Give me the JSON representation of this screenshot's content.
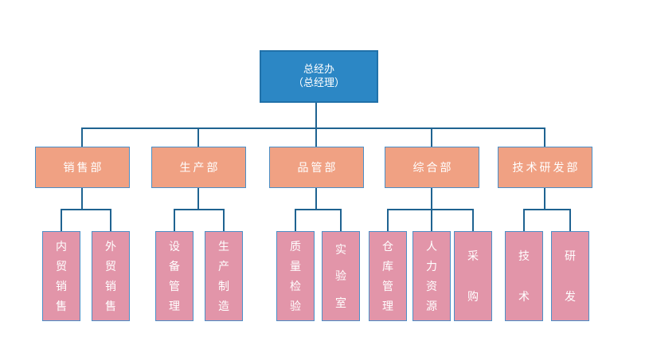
{
  "diagram": {
    "type": "org-chart",
    "root": {
      "line1": "总经办",
      "line2": "（总经理）"
    },
    "departments": [
      {
        "label": "销售部",
        "children": [
          {
            "label": "内贸销售"
          },
          {
            "label": "外贸销售"
          }
        ]
      },
      {
        "label": "生产部",
        "children": [
          {
            "label": "设备管理"
          },
          {
            "label": "生产制造"
          }
        ]
      },
      {
        "label": "品管部",
        "children": [
          {
            "label": "质量检验"
          },
          {
            "label": "实验室"
          }
        ]
      },
      {
        "label": "综合部",
        "children": [
          {
            "label": "仓库管理"
          },
          {
            "label": "人力资源"
          },
          {
            "label": "采购"
          }
        ]
      },
      {
        "label": "技术研发部",
        "children": [
          {
            "label": "技术"
          },
          {
            "label": "研发"
          }
        ]
      }
    ],
    "colors": {
      "background": "#FFFFFF",
      "text_color": "#FFFFFF",
      "root_fill": "#2C87C5",
      "root_border": "#2171A9",
      "dept_fill": "#F0A183",
      "dept_border": "#4A8FC7",
      "child_fill": "#E295A9",
      "child_border": "#4A8FC7",
      "connector": "#1F6391"
    }
  }
}
